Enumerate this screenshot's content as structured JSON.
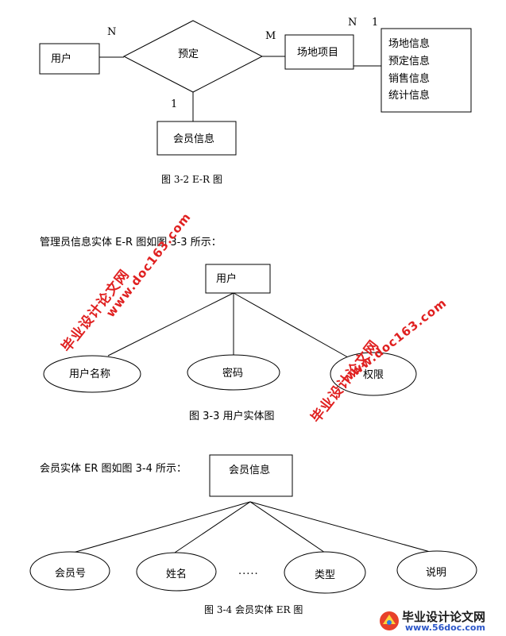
{
  "diagram1": {
    "user_entity": "用户",
    "relation": "预定",
    "venue_entity": "场地项目",
    "member_entity": "会员信息",
    "venue_details": [
      "场地信息",
      "预定信息",
      "销售信息",
      "统计信息"
    ],
    "card_n": "N",
    "card_m": "M",
    "card_1_bottom": "1",
    "card_n_right": "N",
    "card_1_right": "1",
    "caption": "图 3-2  E-R 图"
  },
  "diagram2": {
    "intro": "管理员信息实体 E-R 图如图 3-3 所示：",
    "entity": "用户",
    "attributes": [
      "用户名称",
      "密码",
      "权限"
    ],
    "caption": "图 3-3 用户实体图"
  },
  "diagram3": {
    "intro": "会员实体 ER 图如图 3-4 所示：",
    "entity": "会员信息",
    "attributes": [
      "会员号",
      "姓名",
      "类型",
      "说明"
    ],
    "ellipsis": ".....",
    "caption": "图 3-4  会员实体 ER 图"
  },
  "watermarks": {
    "site_name": "毕业设计论文网",
    "site_url": "www.doc163.com"
  },
  "footer": {
    "site_name": "毕业设计论文网",
    "site_url": "www.56doc.com"
  }
}
